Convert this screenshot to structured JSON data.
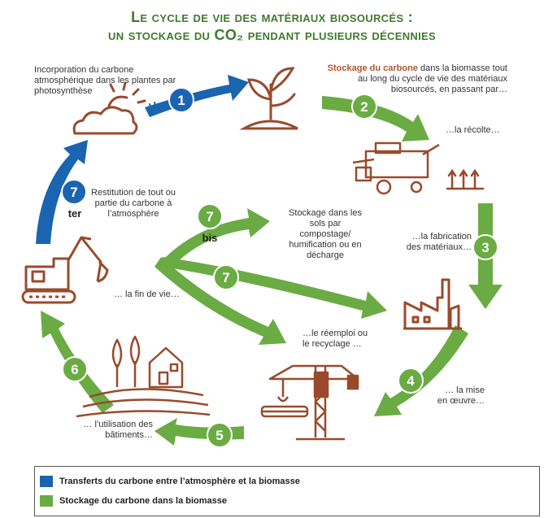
{
  "title_line1": "Le cycle de vie des matériaux biosourcés :",
  "title_line2": "un stockage du CO₂ pendant plusieurs décennies",
  "colors": {
    "blue": "#1a64b0",
    "green": "#6aab44",
    "brown": "#9a4a2c",
    "title": "#3e7a2c",
    "highlight": "#b2552f"
  },
  "steps": {
    "s1": "1",
    "s2": "2",
    "s3": "3",
    "s4": "4",
    "s5": "5",
    "s6": "6",
    "s7": "7",
    "s7bis_num": "7",
    "s7bis_sub": "bis",
    "s7ter_num": "7",
    "s7ter_sub": "ter"
  },
  "labels": {
    "incorporation": "Incorporation du carbone atmosphérique dans les plantes par photosynthèse",
    "stockage_hl": "Stockage du carbone",
    "stockage_rest": " dans la biomasse tout au long du cycle de vie des matériaux biosourcés, en passant par…",
    "recolte": "…la récolte…",
    "fabrication": "…la fabrication des matériaux…",
    "mise_en_oeuvre": "… la mise en œuvre…",
    "reemploi": "…le réemploi ou le recyclage …",
    "utilisation": "… l’utilisation des bâtiments…",
    "fin_de_vie": "… la fin de vie…",
    "restitution": "Restitution de tout ou partie du carbone à l’atmosphère",
    "stockage_sols": "Stockage dans les sols par compostage/ humification ou en décharge"
  },
  "icons": [
    "cloud-sun-icon",
    "sprout-icon",
    "harvester-icon",
    "wheat-icon",
    "factory-icon",
    "crane-icon",
    "house-field-icon",
    "excavator-icon"
  ],
  "legend": {
    "blue_label": "Transferts du carbone entre l’atmosphère et la biomasse",
    "green_label": "Stockage du carbone dans la biomasse"
  }
}
